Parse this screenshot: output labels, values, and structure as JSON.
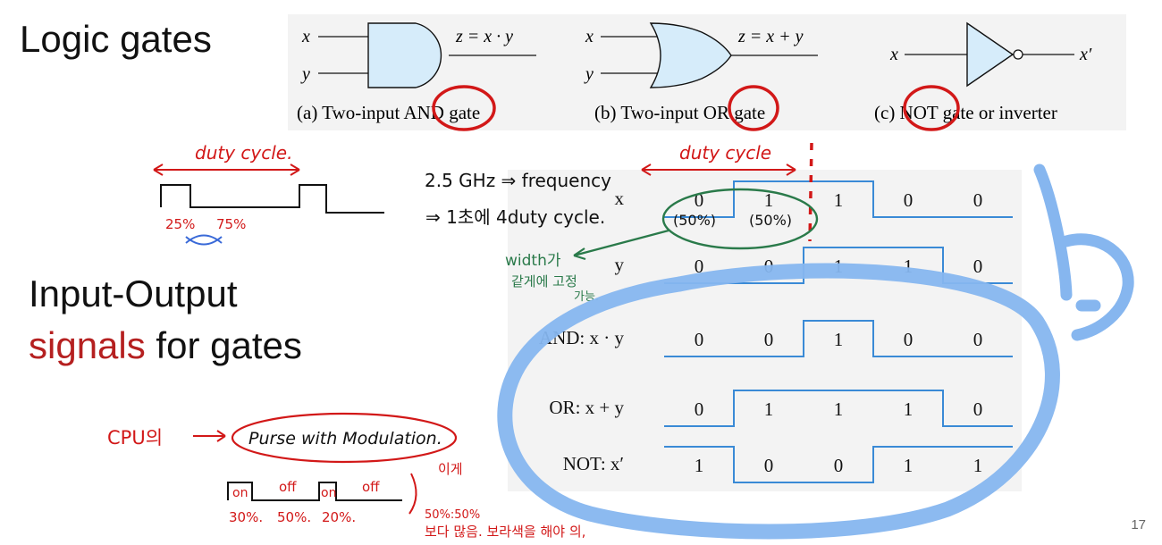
{
  "slide": {
    "title_line1": "Logic gates",
    "subtitle_line1": "Input-Output",
    "subtitle_word_red": "signals",
    "subtitle_rest": " for gates",
    "page_number": "17"
  },
  "gates": {
    "and": {
      "in_x": "x",
      "in_y": "y",
      "out": "z = x · y",
      "caption": "(a) Two-input AND gate"
    },
    "or": {
      "in_x": "x",
      "in_y": "y",
      "out": "z = x + y",
      "caption": "(b) Two-input OR gate"
    },
    "not": {
      "in_x": "x",
      "out": "x′",
      "caption": "(c) NOT gate or inverter"
    }
  },
  "timing": {
    "rows": [
      {
        "label": "x",
        "bits": [
          "0",
          "1",
          "1",
          "0",
          "0"
        ]
      },
      {
        "label": "y",
        "bits": [
          "0",
          "0",
          "1",
          "1",
          "0"
        ]
      },
      {
        "label": "AND: x · y",
        "bits": [
          "0",
          "0",
          "1",
          "0",
          "0"
        ]
      },
      {
        "label": "OR: x + y",
        "bits": [
          "0",
          "1",
          "1",
          "1",
          "0"
        ]
      },
      {
        "label": "NOT: x′",
        "bits": [
          "1",
          "0",
          "0",
          "1",
          "1"
        ]
      }
    ]
  },
  "annotations": {
    "duty_cycle_top_left": "duty cycle.",
    "duty_cycle_mid": "duty cycle",
    "pct_25": "25%",
    "pct_75": "75%",
    "freq_note_1": "2.5 GHz ⇒ frequency",
    "freq_note_2": "⇒ 1초에 4duty cycle.",
    "pct_50_a": "(50%)",
    "pct_50_b": "(50%)",
    "width_note_1": "width가",
    "width_note_2": "같게에 고정",
    "width_note_3": "가능.",
    "cpu_label": "CPU의",
    "pwm_label": "Purse with Modulation.",
    "on1": "on",
    "off1": "off",
    "on2": "on",
    "off2": "off",
    "p30": "30%.",
    "p50": "50%.",
    "p20": "20%.",
    "right_note_1": "이게",
    "right_note_2": "50%:50%",
    "right_note_3": "보다 많음. 보라색을 해야 의,"
  },
  "colors": {
    "wave_blue": "#3a8ad6",
    "ink_red": "#d21818",
    "ink_green": "#2a7a4a",
    "highlight_blue": "#86b6ef",
    "gate_fill": "#d6ecfa"
  }
}
